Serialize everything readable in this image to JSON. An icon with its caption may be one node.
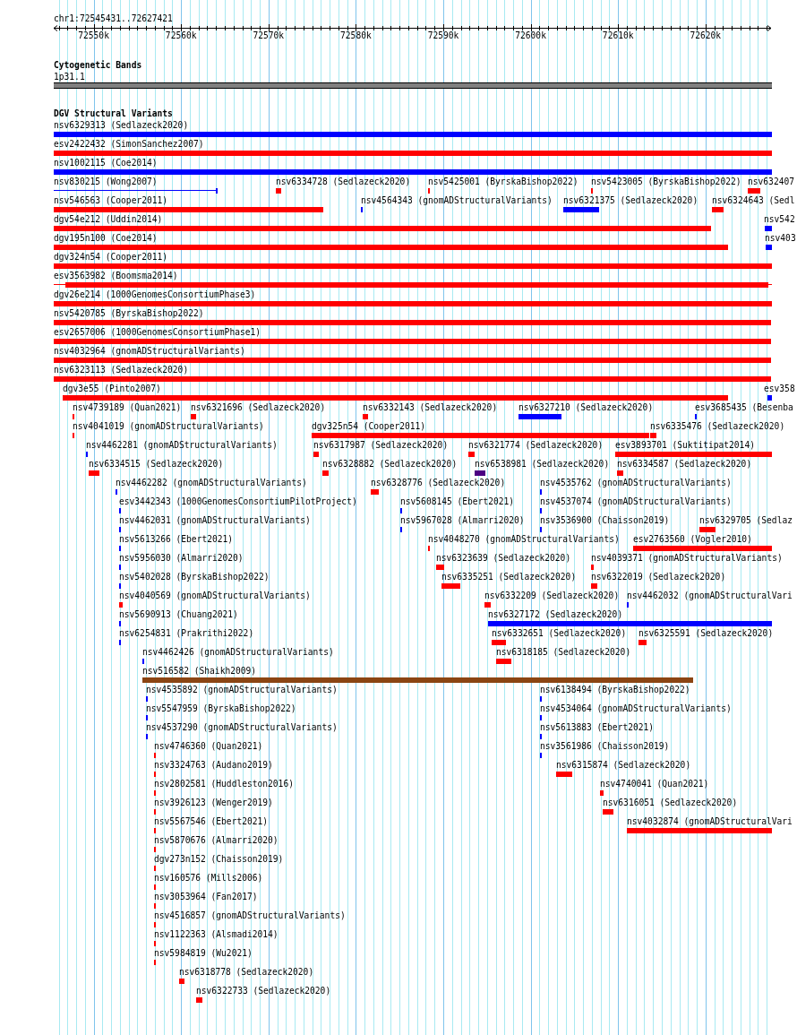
{
  "diagram": {
    "labels": [
      "chr1:72545431..72627421",
      "72550k",
      "72560k",
      "72570k",
      "72580k",
      "72590k",
      "72600k",
      "72610k",
      "72620k",
      "Cytogenetic Bands",
      "1p31.1",
      "DGV Structural Variants",
      "nsv6329313 (Sedlazeck2020)",
      "esv2422432 (SimonSanchez2007)",
      "nsv1002115 (Coe2014)",
      "nsv830215 (Wong2007)",
      "nsv6334728 (Sedlazeck2020)",
      "nsv5425001 (ByrskaBishop2022)",
      "nsv5423005 (ByrskaBishop2022)",
      "nsv632407",
      "nsv546563 (Cooper2011)",
      "nsv4564343 (gnomADStructuralVariants)",
      "nsv6321375 (Sedlazeck2020)",
      "nsv6324643 (Sedl",
      "dgv54e212 (Uddin2014)",
      "nsv542",
      "dgv195n100 (Coe2014)",
      "nsv403",
      "dgv324n54 (Cooper2011)",
      "esv3563982 (Boomsma2014)",
      "dgv26e214 (1000GenomesConsortiumPhase3)",
      "nsv5420785 (ByrskaBishop2022)",
      "esv2657006 (1000GenomesConsortiumPhase1)",
      "nsv4032964 (gnomADStructuralVariants)",
      "nsv6323113 (Sedlazeck2020)",
      "dgv3e55 (Pinto2007)",
      "esv358",
      "nsv4739189 (Quan2021)",
      "nsv6321696 (Sedlazeck2020)",
      "nsv6332143 (Sedlazeck2020)",
      "nsv6327210 (Sedlazeck2020)",
      "esv3685435 (Besenba",
      "nsv4041019 (gnomADStructuralVariants)",
      "dgv325n54 (Cooper2011)",
      "nsv6335476 (Sedlazeck2020)",
      "nsv4462281 (gnomADStructuralVariants)",
      "nsv6317987 (Sedlazeck2020)",
      "nsv6321774 (Sedlazeck2020)",
      "esv3893701 (Suktitipat2014)",
      "nsv6334515 (Sedlazeck2020)",
      "nsv6328882 (Sedlazeck2020)",
      "nsv6538981 (Sedlazeck2020)",
      "nsv6334587 (Sedlazeck2020)",
      "nsv4462282 (gnomADStructuralVariants)",
      "nsv6328776 (Sedlazeck2020)",
      "nsv4535762 (gnomADStructuralVariants)",
      "esv3442343 (1000GenomesConsortiumPilotProject)",
      "nsv5608145 (Ebert2021)",
      "nsv4537074 (gnomADStructuralVariants)",
      "nsv4462031 (gnomADStructuralVariants)",
      "nsv5967028 (Almarri2020)",
      "nsv3536900 (Chaisson2019)",
      "nsv6329705 (Sedlaz",
      "nsv5613266 (Ebert2021)",
      "nsv4048270 (gnomADStructuralVariants)",
      "esv2763560 (Vogler2010)",
      "nsv5956030 (Almarri2020)",
      "nsv6323639 (Sedlazeck2020)",
      "nsv4039371 (gnomADStructuralVariants)",
      "nsv5402028 (ByrskaBishop2022)",
      "nsv6335251 (Sedlazeck2020)",
      "nsv6322019 (Sedlazeck2020)",
      "nsv4040569 (gnomADStructuralVariants)",
      "nsv6332209 (Sedlazeck2020)",
      "nsv4462032 (gnomADStructuralVari",
      "nsv5690913 (Chuang2021)",
      "nsv6327172 (Sedlazeck2020)",
      "nsv6254831 (Prakrithi2022)",
      "nsv6332651 (Sedlazeck2020)",
      "nsv6325591 (Sedlazeck2020)",
      "nsv4462426 (gnomADStructuralVariants)",
      "nsv6318185 (Sedlazeck2020)",
      "nsv516582 (Shaikh2009)",
      "nsv4535892 (gnomADStructuralVariants)",
      "nsv6138494 (ByrskaBishop2022)",
      "nsv5547959 (ByrskaBishop2022)",
      "nsv4534064 (gnomADStructuralVariants)",
      "nsv4537290 (gnomADStructuralVariants)",
      "nsv5613883 (Ebert2021)",
      "nsv4746360 (Quan2021)",
      "nsv3561986 (Chaisson2019)",
      "nsv3324763 (Audano2019)",
      "nsv6315874 (Sedlazeck2020)",
      "nsv2802581 (Huddleston2016)",
      "nsv4740041 (Quan2021)",
      "nsv3926123 (Wenger2019)",
      "nsv6316051 (Sedlazeck2020)",
      "nsv5567546 (Ebert2021)",
      "nsv4032874 (gnomADStructuralVari",
      "nsv5870676 (Almarri2020)",
      "dgv273n152 (Chaisson2019)",
      "nsv160576 (Mills2006)",
      "nsv3053964 (Fan2017)",
      "nsv4516857 (gnomADStructuralVariants)",
      "nsv1122363 (Alsmadi2014)",
      "nsv5984819 (Wu2021)",
      "nsv6318778 (Sedlazeck2020)",
      "nsv6322733 (Sedlazeck2020)"
    ]
  }
}
